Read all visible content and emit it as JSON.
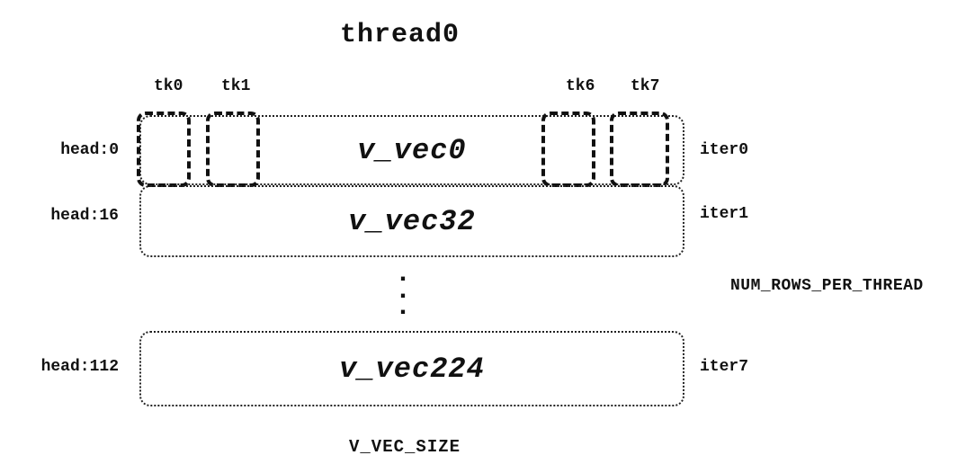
{
  "title": "thread0",
  "tk_labels": [
    "tk0",
    "tk1",
    "tk6",
    "tk7"
  ],
  "rows": [
    {
      "head": "head:0",
      "vec": "v_vec0",
      "iter": "iter0"
    },
    {
      "head": "head:16",
      "vec": "v_vec32",
      "iter": "iter1"
    },
    {
      "head": "head:112",
      "vec": "v_vec224",
      "iter": "iter7"
    }
  ],
  "vertical_dots": ".\n.\n.",
  "right_label": "NUM_ROWS_PER_THREAD",
  "bottom_label": "V_VEC_SIZE",
  "colors": {
    "ink": "#111111",
    "background": "#ffffff"
  }
}
